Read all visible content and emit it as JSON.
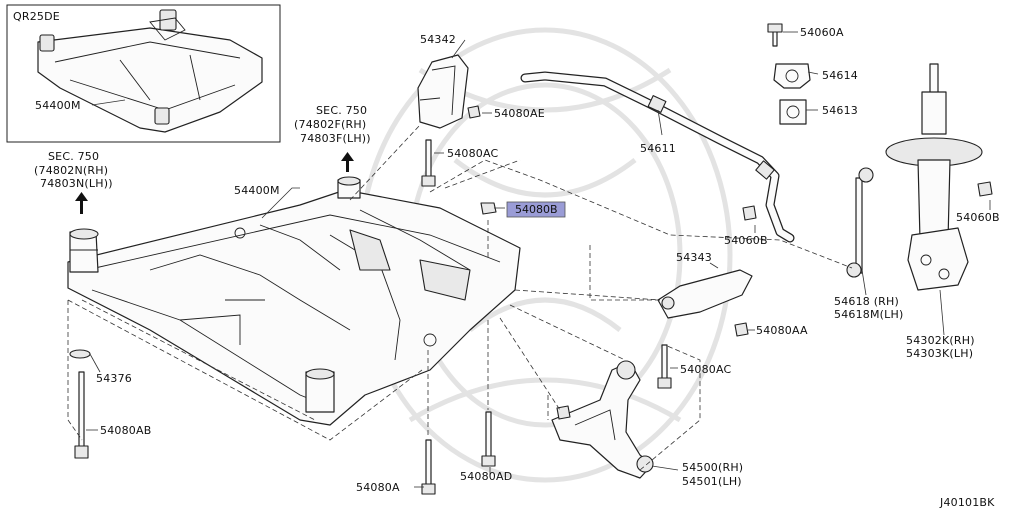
{
  "diagram_id": "J40101BK",
  "inset": {
    "engine": "QR25DE",
    "part": "54400M"
  },
  "sec_left": {
    "sec": "SEC. 750",
    "rh": "(74802N(RH)",
    "lh": "74803N(LH))"
  },
  "sec_center": {
    "sec": "SEC. 750",
    "rh": "(74802F(RH)",
    "lh": "74803F(LH))"
  },
  "parts": {
    "p54400M": "54400M",
    "p54342": "54342",
    "p54080AE": "54080AE",
    "p54080AC_top": "54080AC",
    "p54080B_highlight": "54080B",
    "p54611": "54611",
    "p54060A": "54060A",
    "p54614": "54614",
    "p54613": "54613",
    "p54060B_mid": "54060B",
    "p54060B_right": "54060B",
    "p54343": "54343",
    "p54080AA": "54080AA",
    "p54080AC_bottom": "54080AC",
    "p54376": "54376",
    "p54080AB": "54080AB",
    "p54080A": "54080A",
    "p54080AD": "54080AD",
    "p54618_rh": "54618 (RH)",
    "p54618_lh": "54618M(LH)",
    "p54302_rh": "54302K(RH)",
    "p54302_lh": "54303K(LH)",
    "p54500_rh": "54500(RH)",
    "p54500_lh": "54501(LH)"
  },
  "highlight_color": "#9a9cd6"
}
